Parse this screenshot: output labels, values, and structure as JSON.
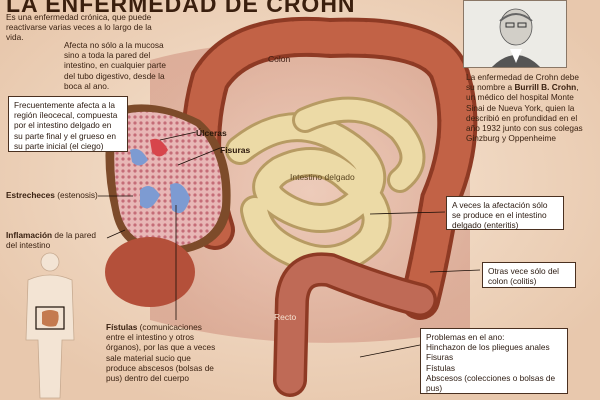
{
  "title": "LA ENFERMEDAD DE CROHN",
  "intro": "Es una enfermedad crónica, que puede reactivarse varias veces a lo largo de la vida.",
  "mucosa_note": "Afecta no sólo a la mucosa sino a toda la pared del intestino, en cualquier parte del tubo digestivo, desde la boca al ano.",
  "biography": {
    "pre": "La enfermedad de Crohn debe su nombre a ",
    "name": "Burrill B. Crohn",
    "post": ", un médico del hospital Monte Sinai de Nueva York, quien la describió en profundidad en el año 1932 junto con sus colegas Ginzburg y Oppenheime"
  },
  "ileocecal_box": "Frecuentemente afecta a la región íleocecal, compuesta por el intestino delgado en su parte final y el grueso en su parte inicial (el ciego)",
  "labels": {
    "colon": "Colon",
    "ulceras": "Úlceras",
    "fisuras": "Fisuras",
    "intestino_delgado": "Intestino delgado",
    "recto": "Recto"
  },
  "estrecheces": {
    "bold": "Estrecheces",
    "rest": " (estenosis)"
  },
  "inflamacion": {
    "bold": "Inflamación",
    "rest": " de la pared del intestino"
  },
  "fistulas": {
    "bold": "Fístulas",
    "rest": " (comunicaciones entre el intestino y otros órganos), por las que a veces sale material sucio que produce abscesos (bolsas de pus) dentro del cuerpo"
  },
  "enteritis_box": "A veces la afectación sólo se produce en el intestino delgado (enteritis)",
  "colitis_box": "Otras vece sólo del colon (colitis)",
  "problems_box": {
    "heading": "Problemas en el ano:",
    "items": [
      "Hinchazon de los pliegues anales",
      "Fisuras",
      "Fístulas",
      "Abscesos (colecciones o bolsas de pus)"
    ]
  },
  "colors": {
    "background": "#f1dcc6",
    "colon": "#b9573a",
    "small_intestine": "#e9d8a2",
    "inflamed": "#c87a86"
  },
  "icons": [
    "portrait-photo",
    "body-silhouette"
  ]
}
